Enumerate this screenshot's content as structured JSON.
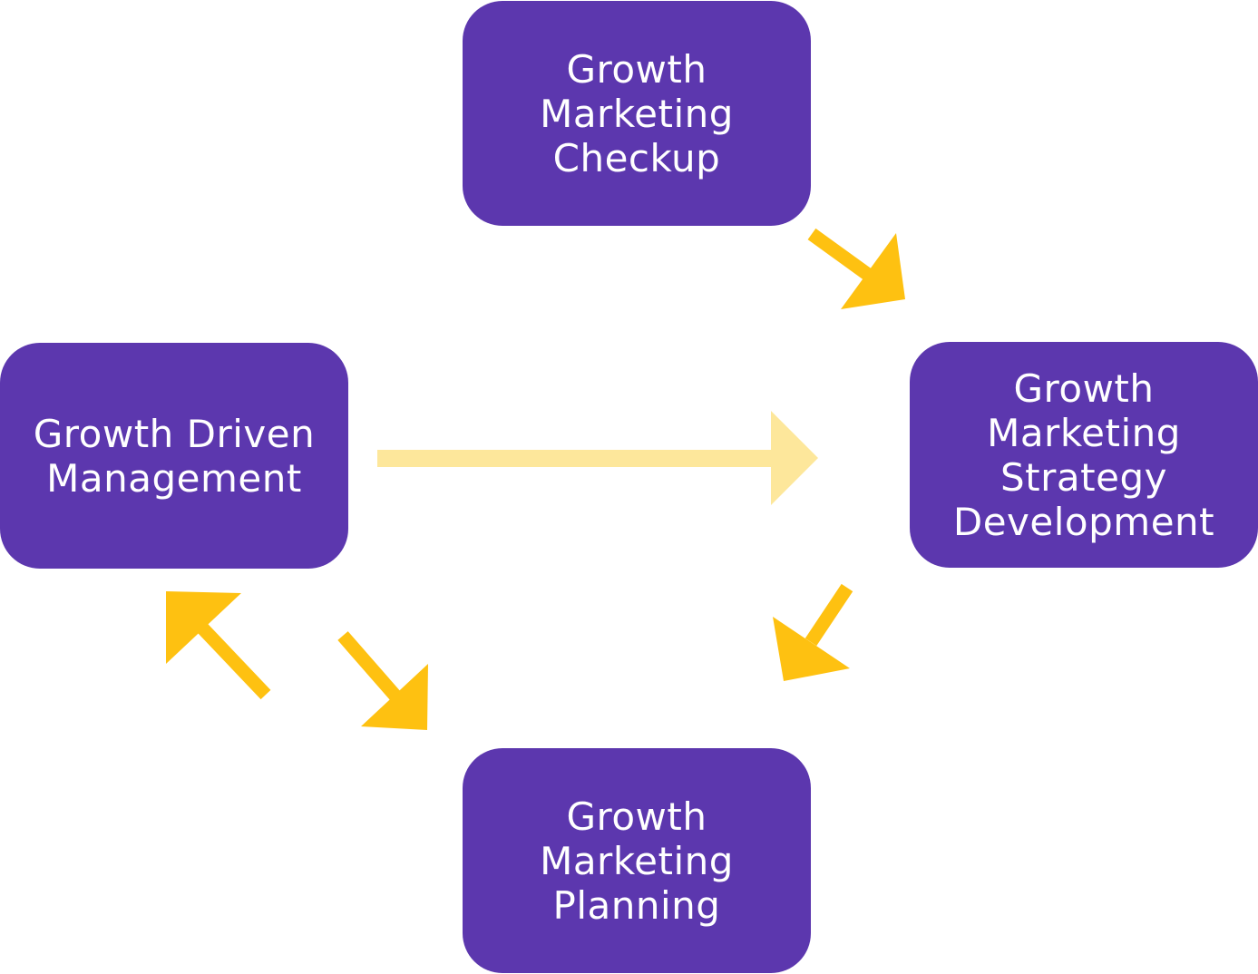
{
  "colors": {
    "node_fill": "#5c37ae",
    "node_text": "#ffffff",
    "arrow_primary": "#fec111",
    "arrow_secondary": "#fde79b",
    "background": "#ffffff"
  },
  "nodes": {
    "checkup": {
      "lines": [
        "Growth",
        "Marketing",
        "Checkup"
      ]
    },
    "strategy": {
      "lines": [
        "Growth",
        "Marketing",
        "Strategy",
        "Development"
      ]
    },
    "planning": {
      "lines": [
        "Growth",
        "Marketing",
        "Planning"
      ]
    },
    "gdm": {
      "lines": [
        "Growth Driven",
        "Management"
      ]
    }
  }
}
